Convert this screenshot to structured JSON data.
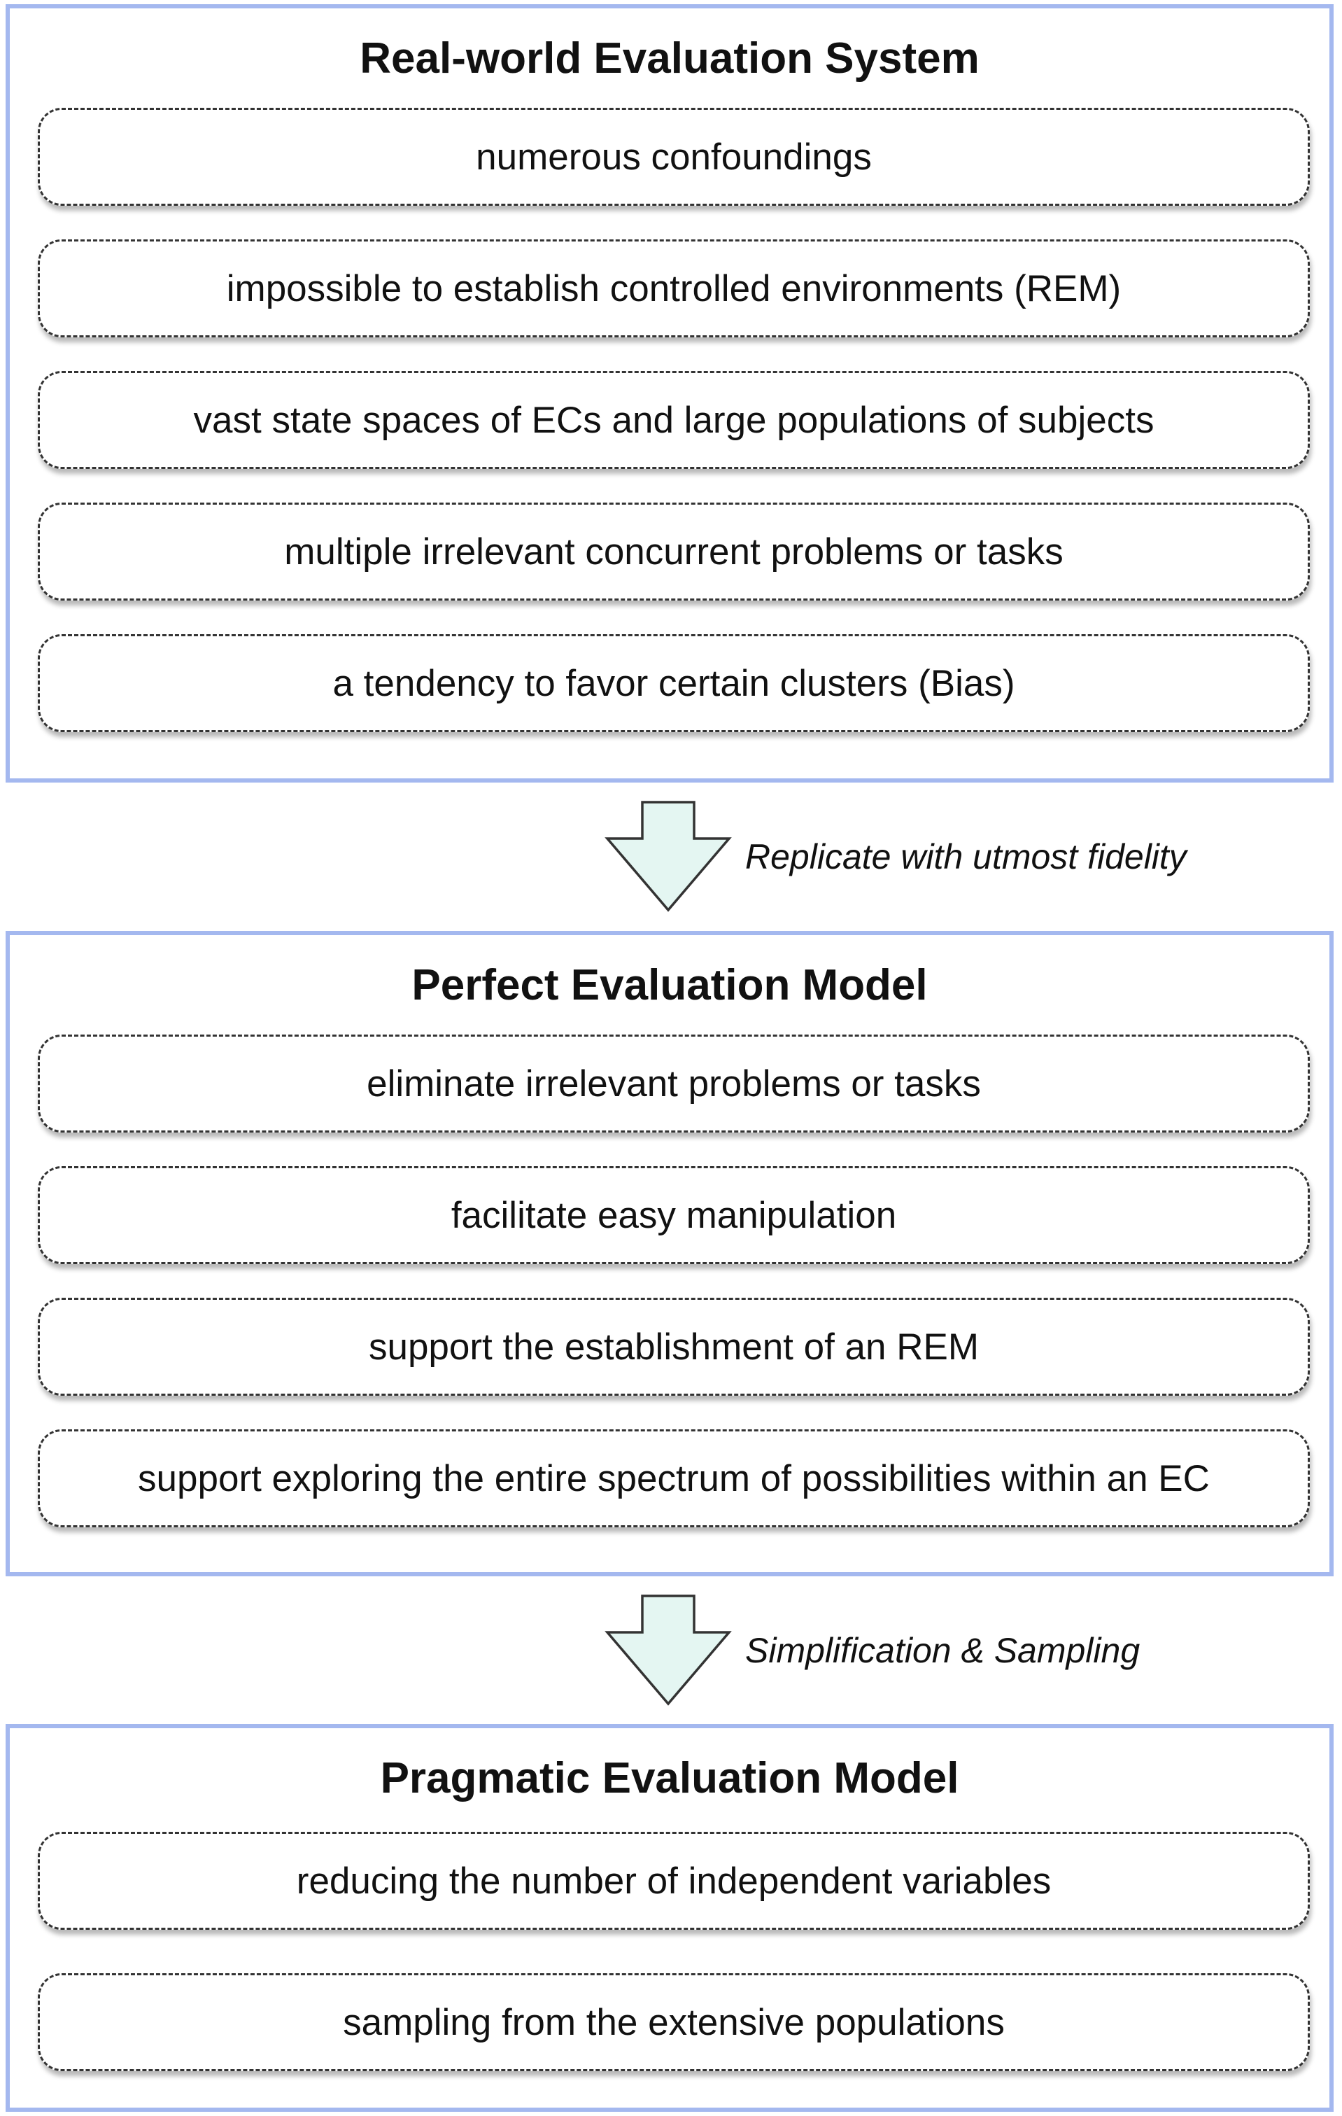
{
  "sections": [
    {
      "title": "Real-world Evaluation System",
      "items": [
        "numerous confoundings",
        "impossible to establish controlled environments (REM)",
        "vast state spaces of ECs and large populations of subjects",
        "multiple irrelevant concurrent problems or tasks",
        "a tendency to favor certain clusters (Bias)"
      ]
    },
    {
      "title": "Perfect Evaluation Model",
      "items": [
        "eliminate irrelevant problems or tasks",
        "facilitate easy manipulation",
        "support the establishment of an REM",
        "support exploring the entire spectrum of possibilities within an EC"
      ]
    },
    {
      "title": "Pragmatic Evaluation Model",
      "items": [
        "reducing the number of independent variables",
        "sampling from the extensive populations"
      ]
    }
  ],
  "transitions": [
    "Replicate with utmost fidelity",
    "Simplification & Sampling"
  ],
  "colors": {
    "panel_border": "#a4b8ef",
    "arrow_fill": "#e4f6f2",
    "arrow_stroke": "#333333",
    "dashed_border": "#333333"
  }
}
